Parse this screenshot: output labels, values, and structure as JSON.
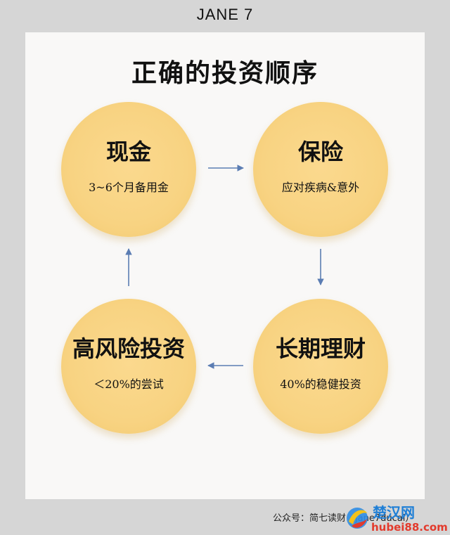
{
  "header": {
    "brand": "JANE 7"
  },
  "diagram": {
    "title": "正确的投资顺序",
    "nodes": [
      {
        "main": "现金",
        "sub": "3~6个月备用金"
      },
      {
        "main": "保险",
        "sub": "应对疾病&意外"
      },
      {
        "main": "长期理财",
        "sub": "40%的稳健投资"
      },
      {
        "main": "高风险投资",
        "sub": "＜20%的尝试"
      }
    ]
  },
  "footer": {
    "credit": "公众号：简七读财（jane7ducai）"
  },
  "watermark": {
    "text": "楚汉网",
    "url": "hubei88.com"
  },
  "colors": {
    "circle": "#f8d382",
    "arrow": "#5b7db3",
    "card": "#f9f8f7",
    "frame": "#d6d6d6"
  }
}
